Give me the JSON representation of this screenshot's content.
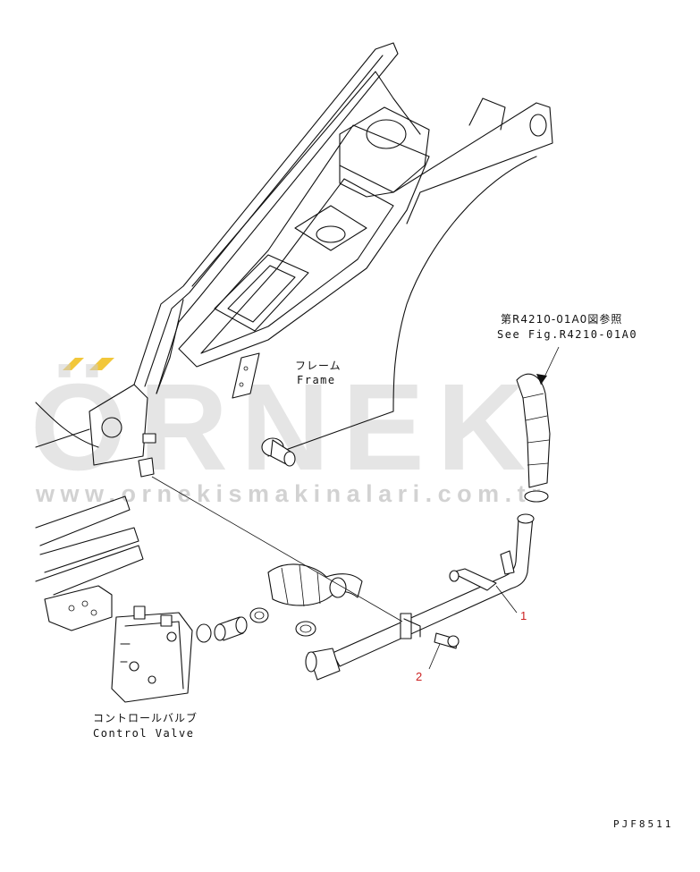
{
  "labels": {
    "frame_jp": "フレーム",
    "frame_en": "Frame",
    "control_valve_jp": "コントロールバルブ",
    "control_valve_en": "Control Valve",
    "ref_jp": "第R4210-01A0図参照",
    "ref_en": "See Fig.R4210-01A0"
  },
  "callouts": [
    {
      "number": "1"
    },
    {
      "number": "2"
    }
  ],
  "drawing_code": "PJF8511",
  "watermark": {
    "brand": "ÖRNEK",
    "url": "www.ornekismakinalari.com.tr",
    "accent_color": "#f2c73a"
  }
}
